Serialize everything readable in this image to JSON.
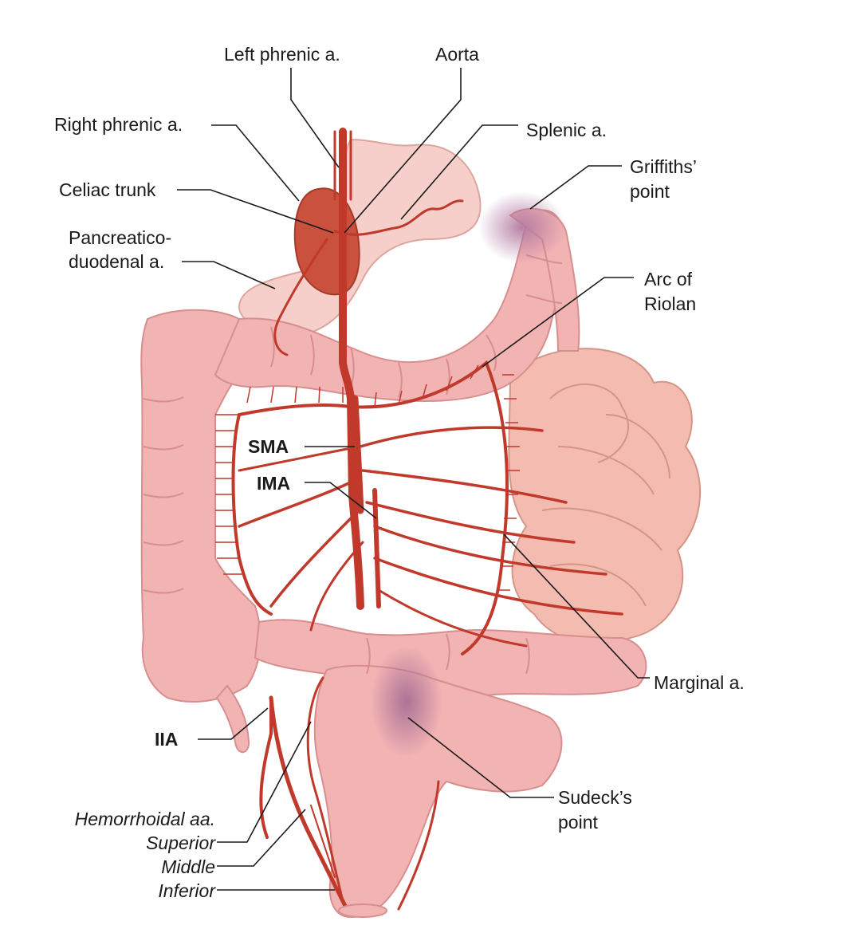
{
  "labels": {
    "left_phrenic": "Left phrenic a.",
    "aorta": "Aorta",
    "right_phrenic": "Right phrenic a.",
    "splenic": "Splenic a.",
    "griffiths_1": "Griffiths’",
    "griffiths_2": "point",
    "celiac": "Celiac trunk",
    "pancreatico_1": "Pancreatico-",
    "pancreatico_2": "duodenal a.",
    "riolan_1": "Arc of",
    "riolan_2": "Riolan",
    "sma": "SMA",
    "ima": "IMA",
    "marginal": "Marginal a.",
    "iia": "IIA",
    "sudeck_1": "Sudeck’s",
    "sudeck_2": "point",
    "hemorrhoidal": "Hemorrhoidal aa.",
    "superior": "Superior",
    "middle": "Middle",
    "inferior": "Inferior"
  },
  "colors": {
    "artery": "#c0392b",
    "artery_dark": "#a83226",
    "colon": "#f2b3b3",
    "colon_outline": "#d88e8e",
    "stomach": "#f6c6c1",
    "spleen": "#c9513d",
    "watershed": "#b37aa0",
    "leader": "#1a1a1a"
  }
}
